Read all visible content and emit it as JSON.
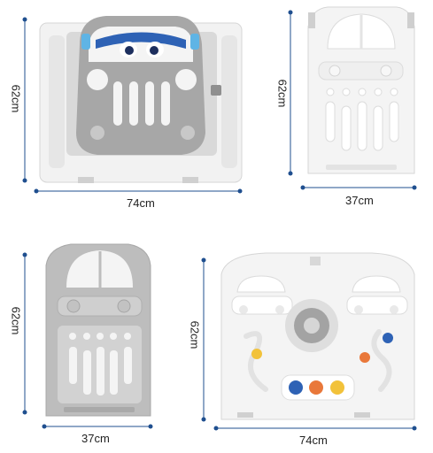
{
  "panels": [
    {
      "name": "car-gate-panel",
      "height_label": "62cm",
      "width_label": "74cm"
    },
    {
      "name": "narrow-window-panel",
      "height_label": "62cm",
      "width_label": "37cm"
    },
    {
      "name": "narrow-grey-panel",
      "height_label": "62cm",
      "width_label": "37cm"
    },
    {
      "name": "activity-panel",
      "height_label": "62cm",
      "width_label": "74cm"
    }
  ],
  "colors": {
    "panel_white": "#f4f4f4",
    "panel_grey": "#b9b9b9",
    "dimension_line": "#1f4f8f",
    "accent_blue": "#2e62b5",
    "accent_yellow": "#f2c23a",
    "accent_orange": "#e9783a"
  }
}
